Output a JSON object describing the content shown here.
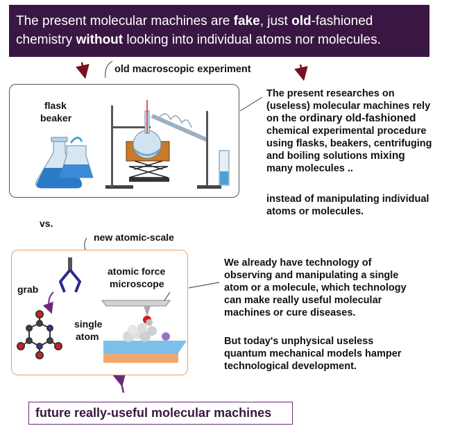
{
  "banner": {
    "line1_a": "The present molecular machines are ",
    "line1_b": "fake",
    "line1_c": ", just ",
    "line1_d": "old",
    "line1_e": "-fashioned",
    "line2_a": "chemistry ",
    "line2_b": "without",
    "line2_c": " looking into individual atoms nor molecules."
  },
  "old_label": "old macroscopic experiment",
  "flask_label": "flask",
  "beaker_label": "beaker",
  "right_text1": {
    "p1": "The present researches on",
    "p2": "(useless) molecular machines rely",
    "p3a": "on the ",
    "p3b": "ordinary old-fashioned",
    "p4": "chemical experimental procedure",
    "p5": "using flasks, beakers, centrifuging",
    "p6a": "and boiling solutions ",
    "p6b": "mixing",
    "p7": "many molecules .."
  },
  "instead_text": {
    "l1": "instead of manipulating individual",
    "l2": "atoms or molecules."
  },
  "vs_label": "vs.",
  "new_label": "new atomic-scale",
  "grab_label": "grab",
  "afm_label_1": "atomic force",
  "afm_label_2": "microscope",
  "single_atom_1": "single",
  "single_atom_2": "atom",
  "right_text2": {
    "l1": "We already have technology of",
    "l2": "observing and manipulating a single",
    "l3": "atom or a molecule, which technology",
    "l4": "can make really useful molecular",
    "l5": "machines or cure diseases."
  },
  "right_text3": {
    "l1": "But today's unphysical useless",
    "l2": "quantum mechanical models hamper",
    "l3": "technological development."
  },
  "future_label": "future really-useful molecular machines",
  "colors": {
    "banner_bg": "#3a1642",
    "arrow": "#7a1020",
    "box2_border": "#e8a060",
    "box3_border": "#6a2a7a"
  }
}
